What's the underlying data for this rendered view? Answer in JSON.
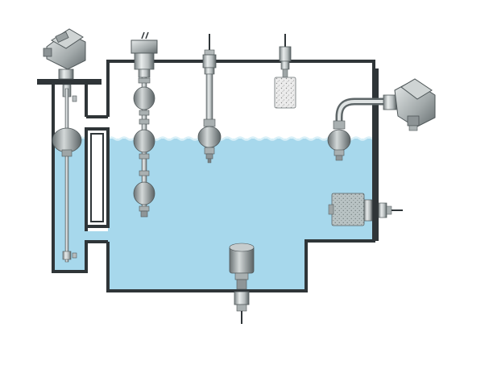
{
  "diagram": {
    "kind": "level-switch-installation",
    "colors": {
      "background": "#ffffff",
      "water": "#a7d8ec",
      "water_surface": "#cdebf6",
      "tank_wall": "#2f3538",
      "metal_light": "#d8dcdc",
      "metal_mid": "#a9b0b1",
      "metal_dark": "#5c6466",
      "float_body": "#8c9496",
      "foam": "#e4e4e4",
      "foam_dots": "#9a9a9a"
    },
    "components": [
      {
        "id": "top-mounted-guided-float-switch",
        "icon": "housing-head-icon"
      },
      {
        "id": "multi-point-float-switch",
        "icon": "multi-float-icon"
      },
      {
        "id": "single-point-float-switch",
        "icon": "float-rod-icon"
      },
      {
        "id": "top-mounted-foam-level-switch",
        "icon": "foam-sensor-icon"
      },
      {
        "id": "side-mounted-float-switch",
        "icon": "side-arm-float-icon"
      },
      {
        "id": "side-mounted-foam-level-switch",
        "icon": "side-foam-sensor-icon"
      },
      {
        "id": "bottom-mounted-sensor",
        "icon": "bottom-sensor-icon"
      },
      {
        "id": "bypass-chamber",
        "icon": "chamber-icon"
      }
    ]
  }
}
